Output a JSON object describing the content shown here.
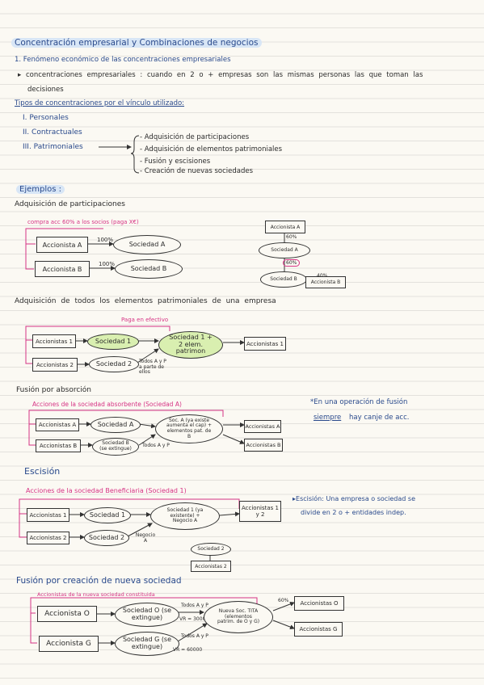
{
  "title": "Concentración empresarial y Combinaciones de negocios",
  "section1": "1. Fenómeno económico de las concentraciones empresariales",
  "bullet1a": "▸ concentraciones empresariales : cuando en 2 o + empresas son las mismas personas las que toman las",
  "bullet1b": "decisiones",
  "types_heading": "Tipos de concentraciones por el vínculo utilizado:",
  "types": [
    "I. Personales",
    "II. Contractuales",
    "III. Patrimoniales"
  ],
  "patrimoniales": [
    "- Adquisición de participaciones",
    "- Adquisición de elementos patrimoniales",
    "- Fusión y escisiones",
    "- Creación de nuevas sociedades"
  ],
  "ejemplos": "Ejemplos :",
  "ex1": {
    "heading": "Adquisición de participaciones",
    "note": "compra acc 60% a los socios (paga X€)",
    "acc_a": "Accionista A",
    "acc_b": "Accionista B",
    "pct1": "100%",
    "pct2": "100%",
    "soc_a": "Sociedad A",
    "soc_b": "Sociedad B",
    "r_acc_a": "Accionista A",
    "r_pct1": "60%",
    "r_soc_a": "Sociedad A",
    "r_pct2": "60%",
    "r_pct3": "40%",
    "r_soc_b": "Sociedad B",
    "r_acc_b": "Accionista B"
  },
  "ex2": {
    "heading": "Adquisición de todos los elementos patrimoniales de una empresa",
    "note": "Paga en efectivo",
    "acc1": "Accionistas 1",
    "acc2": "Accionistas 2",
    "soc1": "Sociedad 1",
    "soc2": "Sociedad 2",
    "result": "Sociedad 1 + 2 elem. patrimon",
    "acc1r": "Accionistas 1",
    "note2": "Todos A y P a parte de ellos"
  },
  "ex3": {
    "heading": "Fusión por absorción",
    "note": "Acciones de la sociedad absorbente (Sociedad A)",
    "acc_a": "Accionistas A",
    "acc_b": "Accionistas B",
    "soc_a": "Sociedad A",
    "soc_b": "Sociedad B (se extingue)",
    "result": "Soc. A (ya existe aumenta el cap) + elementos pat. de B",
    "r_acc_a": "Accionistas A",
    "r_acc_b": "Accionistas B",
    "arrow_note": "Todos A y P",
    "side1": "*En una operación de fusión",
    "side2a": "siempre",
    "side2b": "hay canje de acc."
  },
  "ex4": {
    "heading": "Escisión",
    "note": "Acciones de la sociedad Beneficiaria (Sociedad 1)",
    "acc1": "Accionistas 1",
    "acc2": "Accionistas 2",
    "soc1": "Sociedad 1",
    "soc2": "Sociedad 2",
    "result": "Sociedad 1 (ya existente) + Negocio A",
    "acc12": "Accionistas 1 y 2",
    "negocio": "Negocio A",
    "soc2b": "Sociedad 2",
    "acc2b": "Accionistas 2",
    "side1": "▸Escisión: Una empresa o sociedad se",
    "side2": "divide en 2 o + entidades indep."
  },
  "ex5": {
    "heading": "Fusión por creación de nueva sociedad",
    "note": "Accionistas de la nueva sociedad constituida",
    "acc_o": "Accionista O",
    "acc_g": "Accionista G",
    "soc_o": "Sociedad O (se extingue)",
    "soc_g": "Sociedad G (se extingue)",
    "ap1": "Todos A y P",
    "vr1": "VR = 30000",
    "ap2": "Todos A y P",
    "vr2": "VR = 60000",
    "result": "Nueva Soc. TITA (elementos patrim. de O y G)",
    "pct": "60%",
    "r_acc_o": "Accionistas O",
    "r_acc_g": "Accionistas G"
  }
}
